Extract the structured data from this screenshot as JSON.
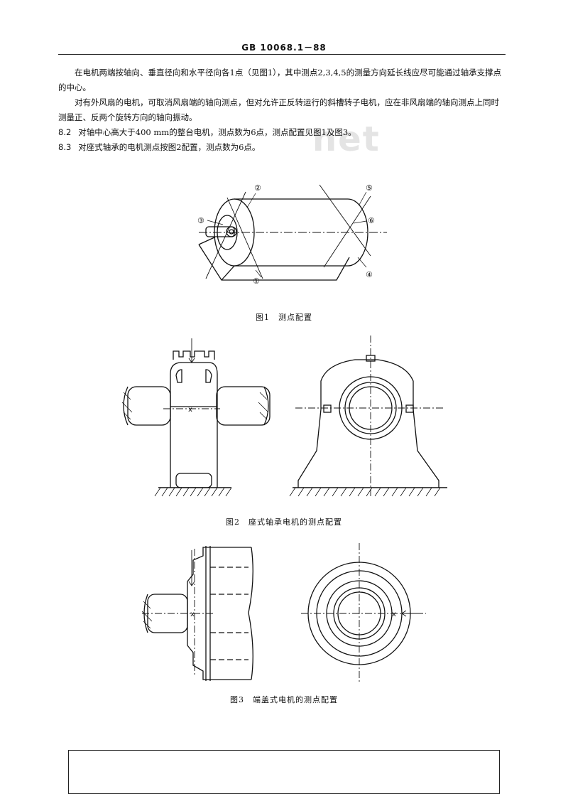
{
  "header": {
    "standard_number": "GB 10068.1－88"
  },
  "watermark": "net",
  "paragraphs": [
    "在电机两端按轴向、垂直径向和水平径向各1点（见图1），其中测点2,3,4,5的测量方向延长线应尽可能通过轴承支撑点的中心。",
    "对有外风扇的电机，可取消风扇端的轴向测点，但对允许正反转运行的斜槽转子电机，应在非风扇端的轴向测点上同时测量正、反两个旋转方向的轴向振动。"
  ],
  "clauses": [
    {
      "number": "8.2",
      "text": "对轴中心高大于400 mm的整台电机，测点数为6点，测点配置见图1及图3。"
    },
    {
      "number": "8.3",
      "text": "对座式轴承的电机测点按图2配置，测点数为6点。"
    }
  ],
  "figure1": {
    "caption": "图1　测点配置",
    "points": [
      "①",
      "②",
      "③",
      "④",
      "⑤",
      "⑥"
    ]
  },
  "figure2": {
    "caption": "图2　座式轴承电机的测点配置"
  },
  "figure3": {
    "caption": "图3　端盖式电机的测点配置"
  },
  "marks": {
    "cross": "x"
  }
}
